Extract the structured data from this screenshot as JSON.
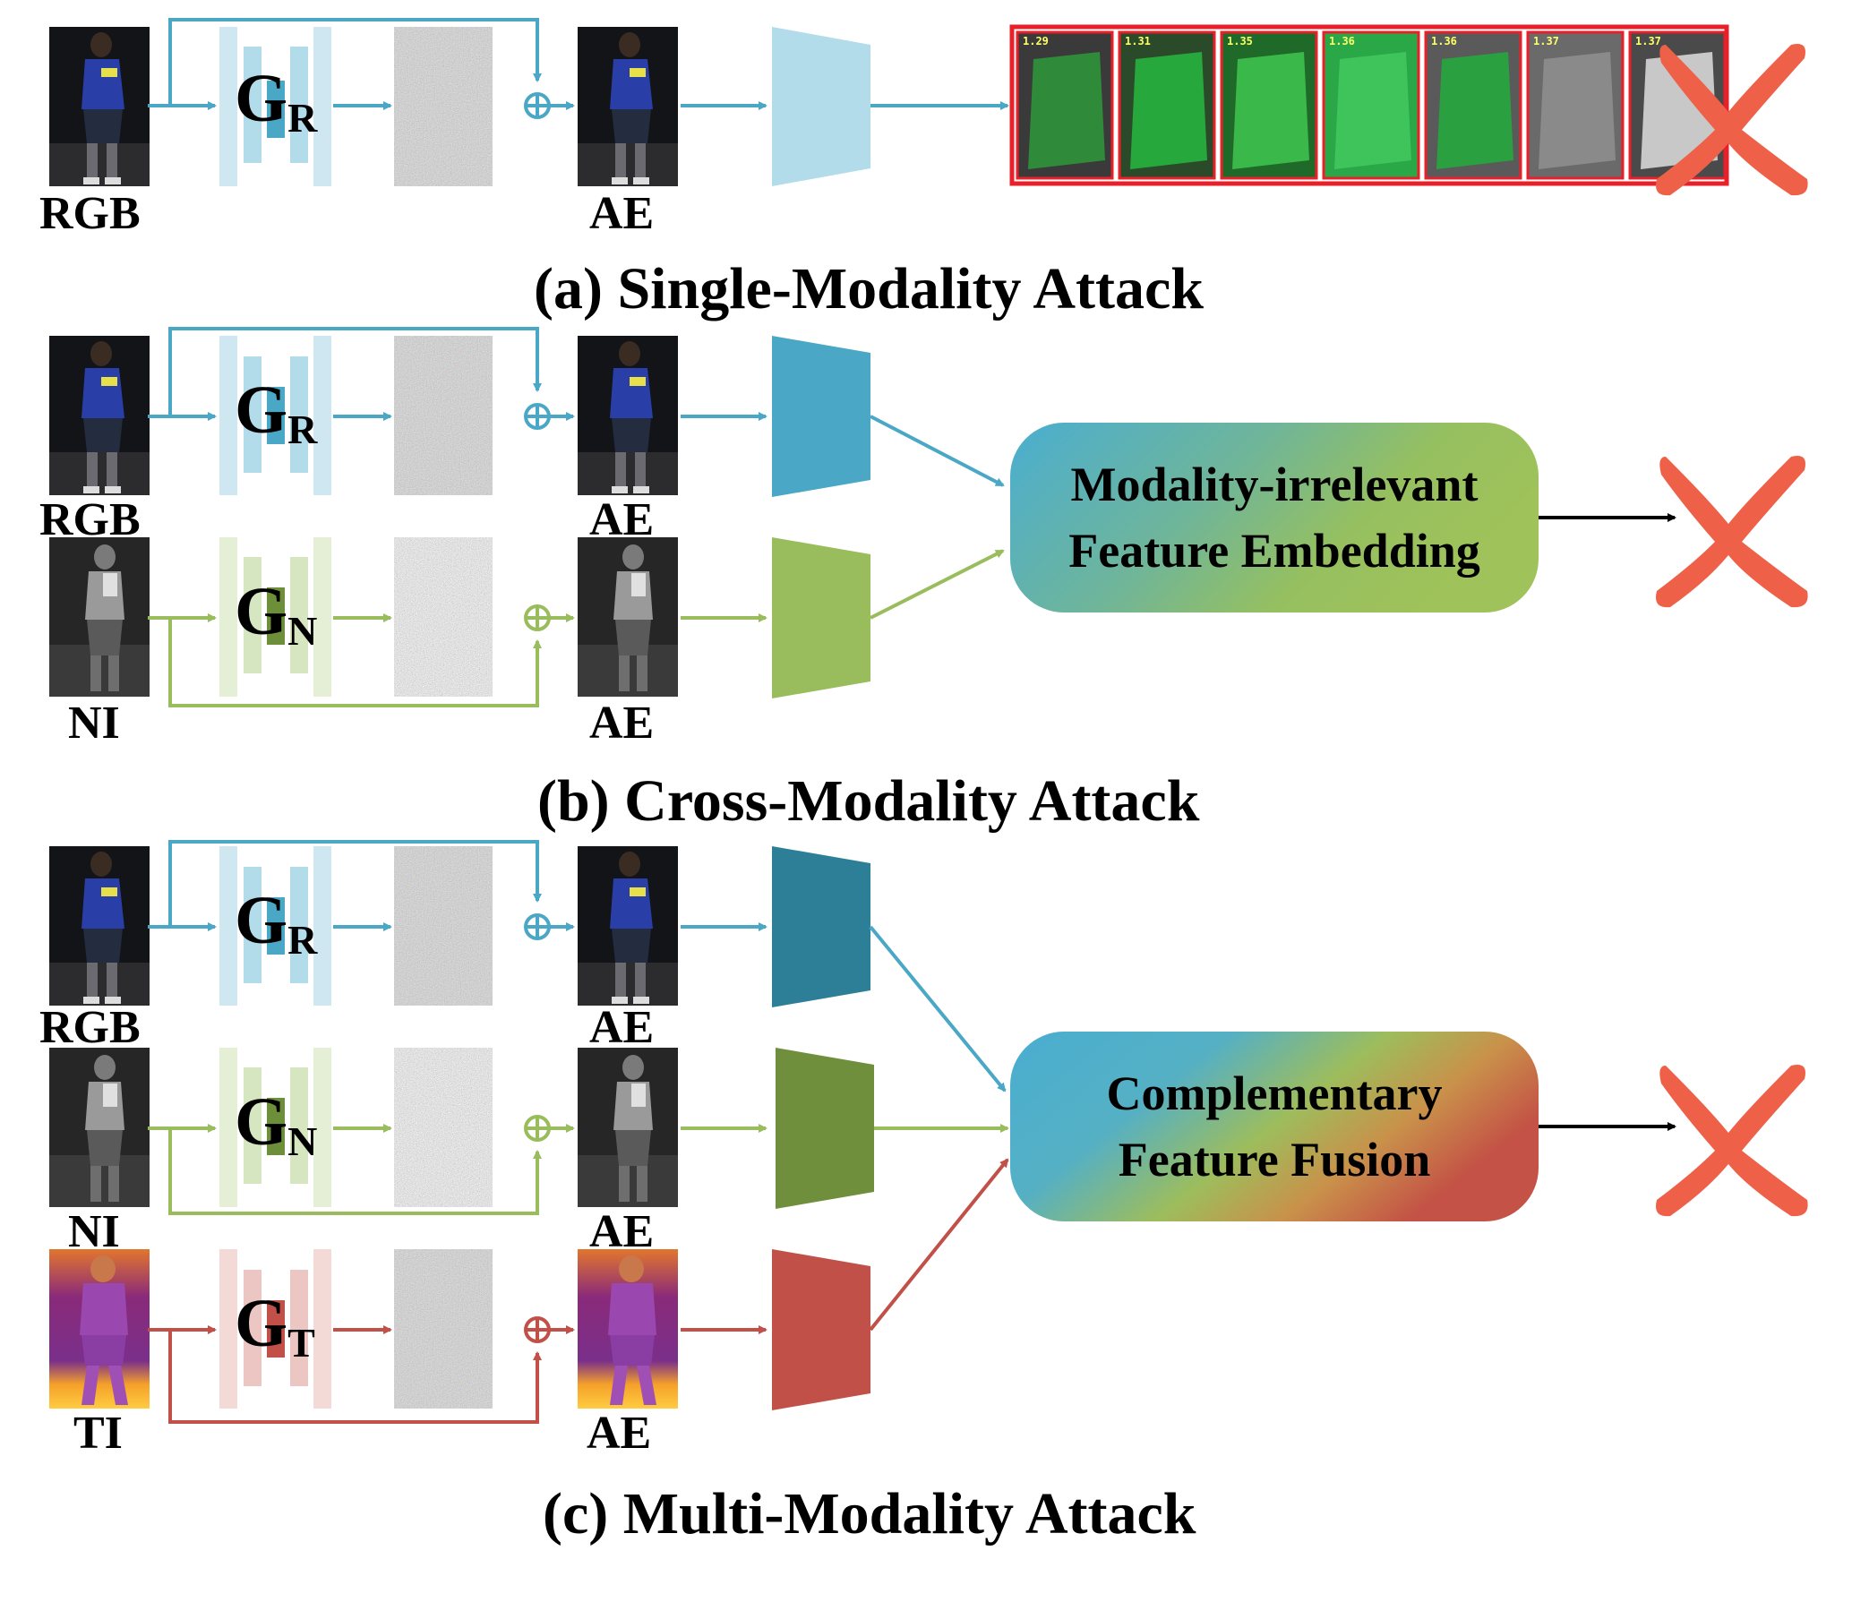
{
  "captions": {
    "a": "(a) Single-Modality Attack",
    "b": "(b) Cross-Modality Attack",
    "c": "(c) Multi-Modality Attack"
  },
  "modalities": {
    "rgb": "RGB",
    "ni": "NI",
    "ti": "TI",
    "ae": "AE"
  },
  "generators": {
    "g": "G",
    "rgb_sub": "R",
    "ni_sub": "N",
    "ti_sub": "T"
  },
  "fusion": {
    "cross_line1": "Modality-irrelevant",
    "cross_line2": "Feature Embedding",
    "multi_line1": "Complementary",
    "multi_line2": "Feature Fusion"
  },
  "retrieval_scores": [
    "1.29",
    "1.31",
    "1.35",
    "1.36",
    "1.36",
    "1.37",
    "1.37"
  ],
  "colors": {
    "rgb": "#4aa8c6",
    "ni": "#99bd5c",
    "ti": "#c05048",
    "rgb_light": "#b3dcea",
    "ni_light": "#d5e6c0",
    "ti_light": "#ecc6c2",
    "cross_mark": "#ee6148",
    "retrieval_border": "#e8202a"
  },
  "icons": [
    "plus-circle-icon",
    "fail-x-icon",
    "arrow-icon"
  ]
}
